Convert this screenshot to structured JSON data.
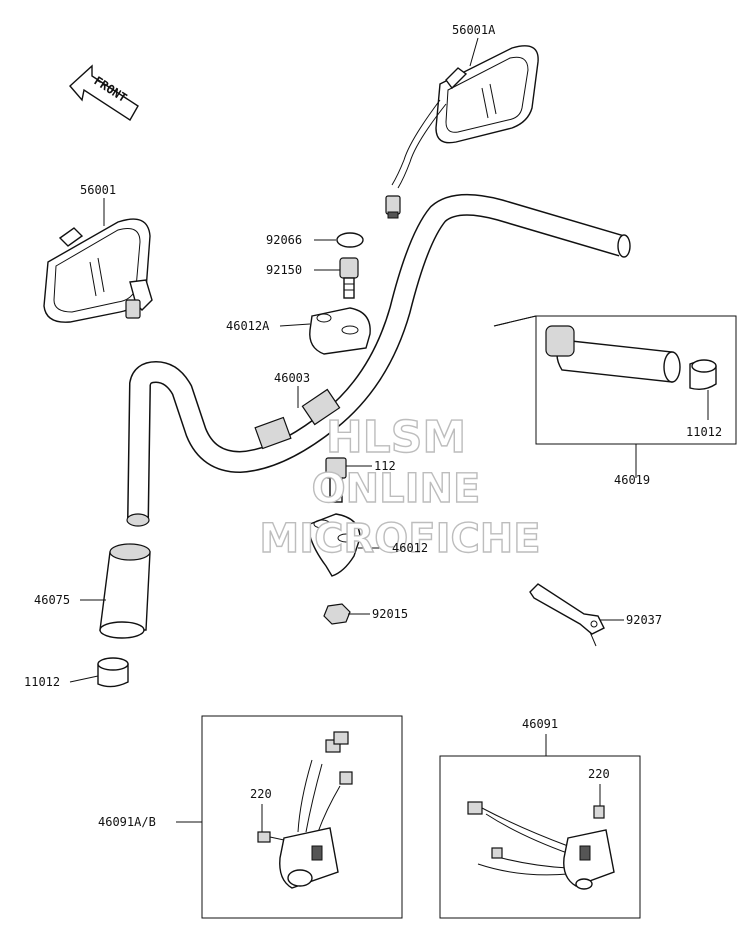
{
  "front_label": "FRONT",
  "watermark": {
    "line1": "HLSM",
    "line2": "ONLINE",
    "line3": "MICROFICHE"
  },
  "callouts": {
    "mirror_right": "56001A",
    "mirror_left": "56001",
    "cap": "92066",
    "bolt": "92150",
    "upper_holder": "46012A",
    "handlebar": "46003",
    "throttle_grip_cap": "11012",
    "throttle_grip_assy": "46019",
    "holder_bolt": "112",
    "lower_holder": "46012",
    "grip": "46075",
    "grip_cap": "11012",
    "nut": "92015",
    "bracket": "92037",
    "switch_right": "46091",
    "switch_screw_right": "220",
    "switch_left": "46091A/B",
    "switch_screw_left": "220"
  }
}
